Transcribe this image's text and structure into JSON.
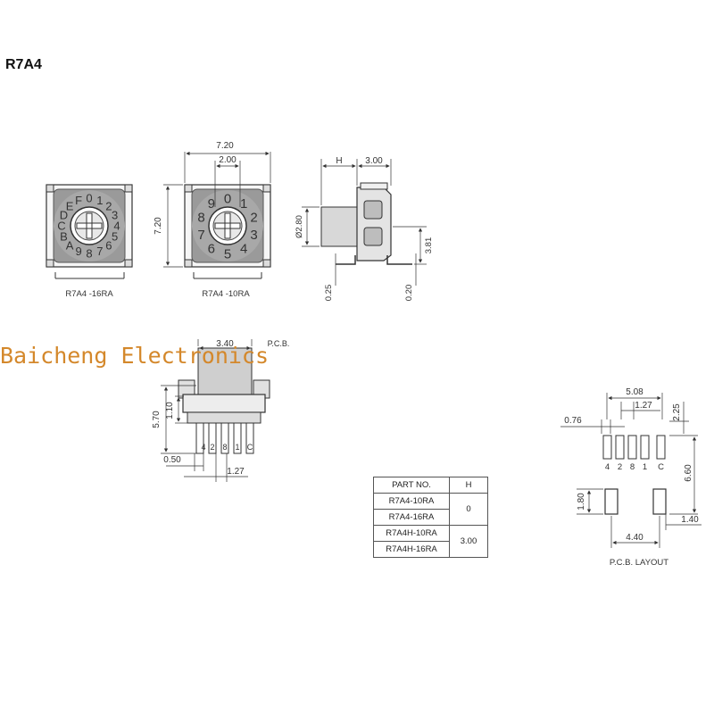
{
  "title": "R7A4",
  "watermark": "Baicheng Electronics",
  "views": {
    "view16": {
      "label": "R7A4  -16RA",
      "digits": [
        "0",
        "1",
        "2",
        "3",
        "4",
        "5",
        "6",
        "7",
        "8",
        "9",
        "A",
        "B",
        "C",
        "D",
        "E",
        "F"
      ]
    },
    "view10": {
      "label": "R7A4  -10RA",
      "dim_width": "7.20",
      "dim_shaft": "2.00",
      "dim_height": "7.20",
      "digits": [
        "0",
        "1",
        "2",
        "3",
        "4",
        "5",
        "6",
        "7",
        "8",
        "9"
      ]
    },
    "side": {
      "dim_h": "H",
      "dim_3": "3.00",
      "dim_dia": "Ø2.80",
      "dim_381": "3.81",
      "dim_025": "0.25",
      "dim_020": "0.20"
    },
    "front": {
      "dim_340": "3.40",
      "dim_partial": "P.C.B.",
      "dim_570": "5.70",
      "dim_110": "1.10",
      "dim_050": "0.50",
      "dim_127": "1.27",
      "pins": [
        "4",
        "2",
        "8",
        "1",
        "C"
      ]
    },
    "pcb": {
      "dim_508": "5.08",
      "dim_127": "1.27",
      "dim_076": "0.76",
      "dim_225": "2.25",
      "dim_660": "6.60",
      "dim_180": "1.80",
      "dim_440": "4.40",
      "dim_140": "1.40",
      "pins": [
        "4",
        "2",
        "8",
        "1",
        "C"
      ],
      "caption": "P.C.B. LAYOUT"
    }
  },
  "part_table": {
    "headers": [
      "PART NO.",
      "H"
    ],
    "rows": [
      {
        "part": "R7A4-10RA"
      },
      {
        "part": "R7A4-16RA"
      },
      {
        "part": "R7A4H-10RA"
      },
      {
        "part": "R7A4H-16RA"
      }
    ],
    "h_values": [
      "0",
      "3.00"
    ]
  }
}
